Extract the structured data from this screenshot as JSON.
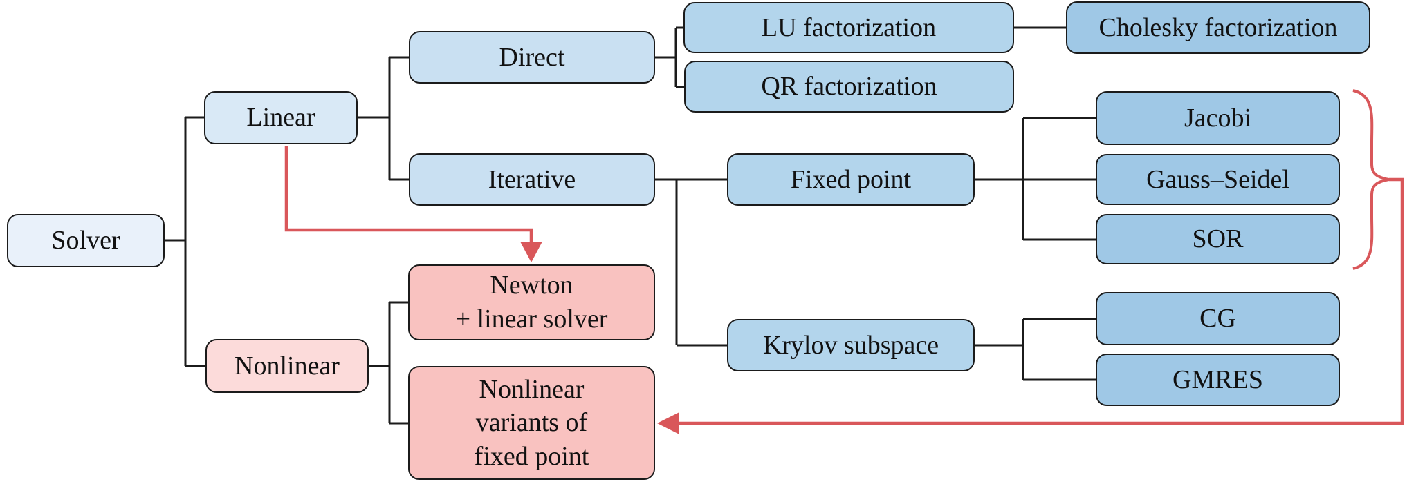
{
  "diagram": {
    "type": "tree-flowchart",
    "nodes": {
      "solver": {
        "label": "Solver"
      },
      "linear": {
        "label": "Linear"
      },
      "nonlinear": {
        "label": "Nonlinear"
      },
      "direct": {
        "label": "Direct"
      },
      "iterative": {
        "label": "Iterative"
      },
      "lu": {
        "label": "LU factorization"
      },
      "qr": {
        "label": "QR factorization"
      },
      "cholesky": {
        "label": "Cholesky factorization"
      },
      "fixed_point": {
        "label": "Fixed point"
      },
      "krylov": {
        "label": "Krylov subspace"
      },
      "jacobi": {
        "label": "Jacobi"
      },
      "gauss_seidel": {
        "label": "Gauss–Seidel"
      },
      "sor": {
        "label": "SOR"
      },
      "cg": {
        "label": "CG"
      },
      "gmres": {
        "label": "GMRES"
      },
      "newton": {
        "label": "Newton\n+ linear solver"
      },
      "nl_fixed": {
        "label": "Nonlinear\nvariants of\nfixed point"
      }
    },
    "edges": [
      [
        "Solver",
        "Linear"
      ],
      [
        "Solver",
        "Nonlinear"
      ],
      [
        "Linear",
        "Direct"
      ],
      [
        "Linear",
        "Iterative"
      ],
      [
        "Direct",
        "LU factorization"
      ],
      [
        "Direct",
        "QR factorization"
      ],
      [
        "LU factorization",
        "Cholesky factorization"
      ],
      [
        "Iterative",
        "Fixed point"
      ],
      [
        "Iterative",
        "Krylov subspace"
      ],
      [
        "Fixed point",
        "Jacobi"
      ],
      [
        "Fixed point",
        "Gauss–Seidel"
      ],
      [
        "Fixed point",
        "SOR"
      ],
      [
        "Krylov subspace",
        "CG"
      ],
      [
        "Krylov subspace",
        "GMRES"
      ],
      [
        "Nonlinear",
        "Newton + linear solver"
      ],
      [
        "Nonlinear",
        "Nonlinear variants of fixed point"
      ]
    ],
    "annotations": [
      {
        "type": "arrow",
        "from": "Linear",
        "to": "Newton + linear solver",
        "color": "#d9575a"
      },
      {
        "type": "brace-arrow",
        "from": "Jacobi, Gauss–Seidel, SOR",
        "to": "Nonlinear variants of fixed point",
        "color": "#d9575a"
      }
    ]
  },
  "palette": {
    "level1": "#e9f1fa",
    "level2": "#d9e9f6",
    "level3": "#c9e0f2",
    "level4": "#b3d5ec",
    "level5": "#9fc8e6",
    "pink1": "#fcdbda",
    "pink2": "#f9c2c0",
    "line": "#1b1b1b",
    "accent": "#d9575a"
  }
}
